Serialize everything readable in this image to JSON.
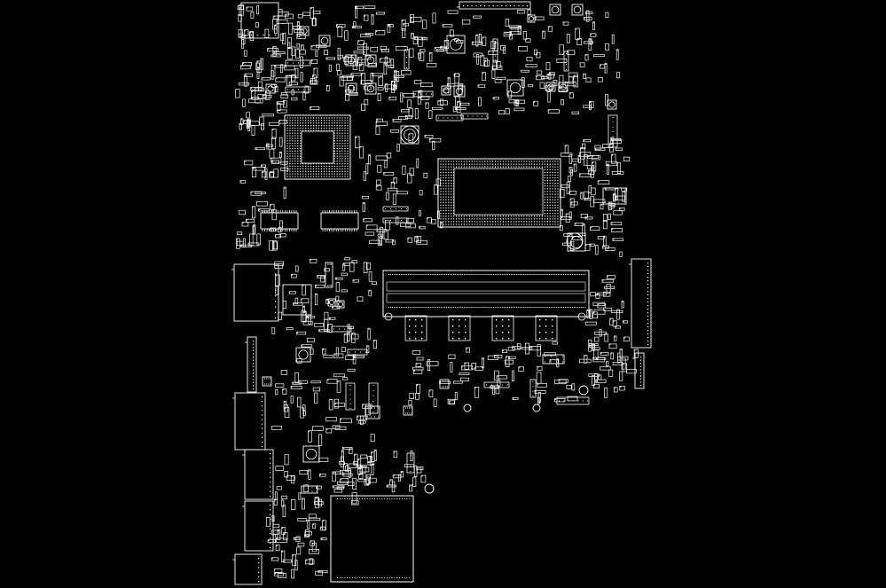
{
  "view": {
    "name": "motherboard-boardview",
    "background": "#000000",
    "outline_color": "#ffffff",
    "pin_color": "#ffffff"
  },
  "components": [
    {
      "name": "cpu-bga",
      "kind": "bga"
    },
    {
      "name": "pch-bga",
      "kind": "bga"
    },
    {
      "name": "dimm-slot",
      "kind": "slot"
    },
    {
      "name": "memory-chip",
      "kind": "ic"
    },
    {
      "name": "embedded-controller-qfp",
      "kind": "qfp"
    },
    {
      "name": "usb-connector",
      "kind": "connector"
    },
    {
      "name": "edge-connector",
      "kind": "connector"
    },
    {
      "name": "power-inductor",
      "kind": "inductor"
    },
    {
      "name": "passive-component",
      "kind": "passive"
    }
  ]
}
